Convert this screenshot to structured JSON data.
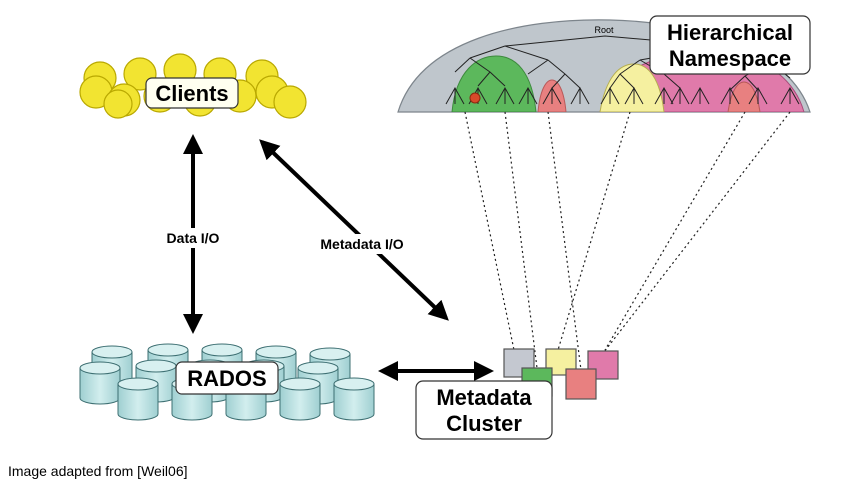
{
  "labels": {
    "clients": "Clients",
    "rados": "RADOS",
    "namespace_line1": "Hierarchical",
    "namespace_line2": "Namespace",
    "metadata_line1": "Metadata",
    "metadata_line2": "Cluster",
    "root": "Root",
    "data_io": "Data I/O",
    "metadata_io": "Metadata I/O",
    "caption": "Image adapted from [Weil06]"
  },
  "colors": {
    "client": "#f2e431",
    "disk": "#b7dfe0",
    "dome": "#bfc6cc",
    "subtree_green": "#5cb85c",
    "subtree_yellow": "#f5f0a0",
    "subtree_pink": "#e07aaa",
    "subtree_salmon": "#e88080",
    "server_gray": "#c4c8d0"
  }
}
